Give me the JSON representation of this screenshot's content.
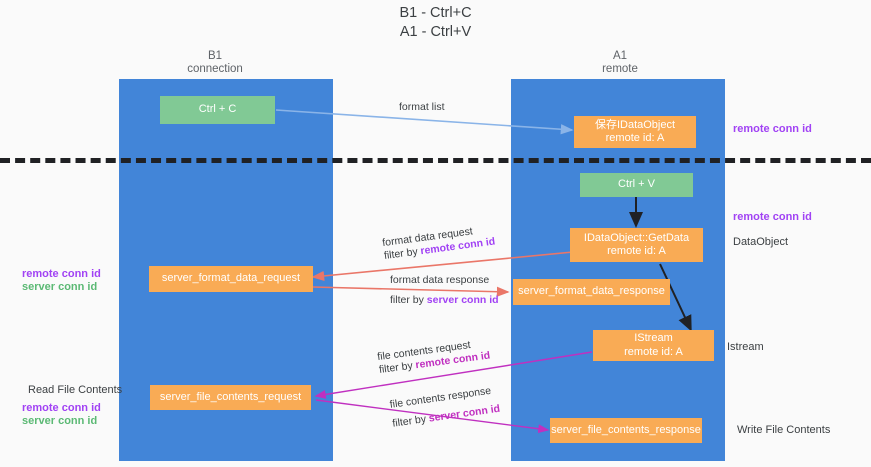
{
  "title": {
    "line1": "B1 - Ctrl+C",
    "line2": "A1 - Ctrl+V"
  },
  "columns": [
    {
      "id": "b1",
      "name": "B1",
      "role": "connection"
    },
    {
      "id": "a1",
      "name": "A1",
      "role": "remote"
    }
  ],
  "boxes": {
    "ctrl_c": {
      "label": "Ctrl + C"
    },
    "ctrl_v": {
      "label": "Ctrl + V"
    },
    "save_idataobject": {
      "line1": "保存IDataObject",
      "line2": "remote id: A"
    },
    "getdata": {
      "line1": "IDataObject::GetData",
      "line2": "remote id: A"
    },
    "istream": {
      "line1": "IStream",
      "line2": "remote id: A"
    },
    "server_format_data_request": {
      "label": "server_format_data_request"
    },
    "server_format_data_response": {
      "label": "server_format_data_response"
    },
    "server_file_contents_request": {
      "label": "server_file_contents_request"
    },
    "server_file_contents_response": {
      "label": "server_file_contents_response"
    }
  },
  "edges": {
    "format_list": {
      "label": "format list"
    },
    "format_data_request": {
      "line1": "format data request",
      "filter_prefix": "filter by ",
      "filter_key": "remote conn id"
    },
    "format_data_response": {
      "line1": "format data response",
      "filter_prefix": "filter by ",
      "filter_key": "server conn id"
    },
    "file_contents_request": {
      "line1": "file contents request",
      "filter_prefix": "filter by ",
      "filter_key": "remote conn id"
    },
    "file_contents_response": {
      "line1": "file contents response",
      "filter_prefix": "filter by ",
      "filter_key": "server conn id"
    }
  },
  "annotations": {
    "right_remote_conn_id_top": "remote conn id",
    "right_remote_conn_id_mid": "remote conn id",
    "right_dataobject": "DataObject",
    "right_istream": "Istream",
    "right_write_file_contents": "Write File Contents",
    "left_remote_conn_id_1": "remote conn id",
    "left_server_conn_id_1": "server conn id",
    "left_read_file_contents": "Read File Contents",
    "left_remote_conn_id_2": "remote conn id",
    "left_server_conn_id_2": "server conn id"
  },
  "colors": {
    "lane": "#4285d8",
    "green_box": "#81c995",
    "orange_box": "#f9ab55",
    "purple_key": "#a142f4",
    "green_key": "#5bb974",
    "arrow_blue": "#8ab4e8",
    "arrow_red": "#ea7668",
    "arrow_magenta": "#c030c0",
    "arrow_black": "#202124",
    "divider": "#202124",
    "background": "#fafafa"
  }
}
